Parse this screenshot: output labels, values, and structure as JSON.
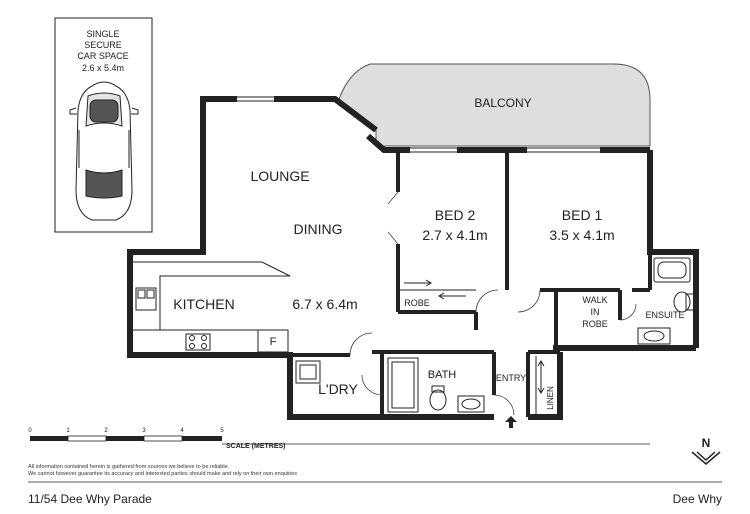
{
  "car_space": {
    "line1": "SINGLE",
    "line2": "SECURE",
    "line3": "CAR SPACE",
    "line4": "2.6 x 5.4m"
  },
  "rooms": {
    "balcony": "BALCONY",
    "lounge": "LOUNGE",
    "dining": "DINING",
    "kitchen": "KITCHEN",
    "kitchen_dims": "6.7 x 6.4m",
    "fridge": "F",
    "bed2": "BED 2",
    "bed2_dims": "2.7 x 4.1m",
    "bed1": "BED 1",
    "bed1_dims": "3.5 x 4.1m",
    "robe": "ROBE",
    "walk_in_robe_1": "WALK",
    "walk_in_robe_2": "IN",
    "walk_in_robe_3": "ROBE",
    "ensuite": "ENSUITE",
    "laundry": "L'DRY",
    "bath": "BATH",
    "entry": "ENTRY",
    "linen": "LINEN"
  },
  "scale": {
    "ticks": [
      "0",
      "1",
      "2",
      "3",
      "4",
      "5"
    ],
    "label": "SCALE (METRES)"
  },
  "north": "N",
  "disclaimer": {
    "line1": "All information contained herein is gathered from sources we believe to be reliable.",
    "line2": "We cannot however guarantee its accuracy and interested parties should make and rely on their own enquiries"
  },
  "footer": {
    "address": "11/54 Dee Why Parade",
    "suburb": "Dee Why"
  }
}
